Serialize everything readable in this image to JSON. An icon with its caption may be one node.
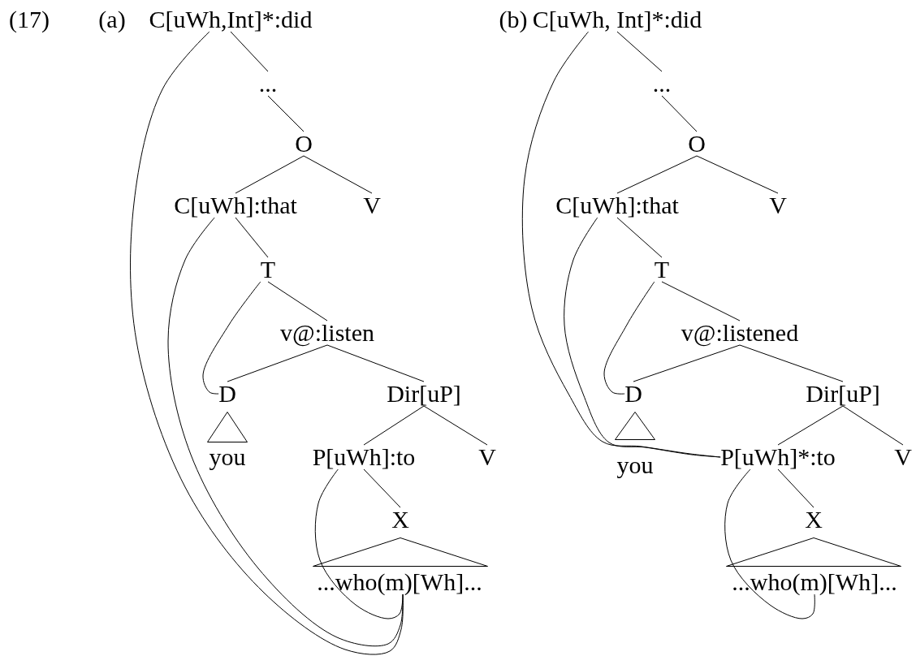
{
  "diagram": {
    "nodes": [
      {
        "text": [
          "C[uWh,Int]*:did"
        ]
      },
      {
        "text": [
          "..."
        ]
      },
      {
        "text": [
          "O"
        ]
      },
      {
        "text": [
          "C[uWh]:that"
        ]
      },
      {
        "text": [
          "V"
        ]
      },
      {
        "text": [
          "T"
        ]
      },
      {
        "text": [
          "v@:listen"
        ]
      },
      {
        "text": [
          "D"
        ]
      },
      {
        "text": [
          "Dir[uP]"
        ]
      },
      {
        "text": [],
        "shape": "triangle"
      },
      {
        "text": [
          "you"
        ]
      },
      {
        "text": [
          "P[uWh]:to"
        ]
      },
      {
        "text": [
          "V"
        ]
      },
      {
        "text": [
          "X"
        ]
      },
      {
        "text": [],
        "shape": "triangle"
      },
      {
        "text": [
          "...who(m)[Wh]..."
        ]
      },
      {
        "text": [
          "C[uWh, Int]*:did"
        ]
      },
      {
        "text": [
          "..."
        ]
      },
      {
        "text": [
          "O"
        ]
      },
      {
        "text": [
          "C[uWh]:that"
        ]
      },
      {
        "text": [
          "V"
        ]
      },
      {
        "text": [
          "T"
        ]
      },
      {
        "text": [
          "v@:listened"
        ]
      },
      {
        "text": [
          "D"
        ]
      },
      {
        "text": [
          "Dir[uP]"
        ]
      },
      {
        "text": [],
        "shape": "triangle"
      },
      {
        "text": [
          "you"
        ]
      },
      {
        "text": [
          "P[uWh]*:to"
        ]
      },
      {
        "text": [
          "V"
        ]
      },
      {
        "text": [
          "X"
        ]
      },
      {
        "text": [],
        "shape": "triangle"
      },
      {
        "text": [
          "...who(m)[Wh]..."
        ]
      }
    ],
    "edges": [
      {
        "from": 0,
        "to": 1,
        "arrow": "none"
      },
      {
        "from": 1,
        "to": 2,
        "arrow": "none"
      },
      {
        "from": 2,
        "to": 3,
        "arrow": "none"
      },
      {
        "from": 2,
        "to": 4,
        "arrow": "none"
      },
      {
        "from": 3,
        "to": 5,
        "arrow": "none"
      },
      {
        "from": 5,
        "to": 6,
        "arrow": "none"
      },
      {
        "from": 6,
        "to": 7,
        "arrow": "none"
      },
      {
        "from": 6,
        "to": 8,
        "arrow": "none"
      },
      {
        "from": 8,
        "to": 11,
        "arrow": "none"
      },
      {
        "from": 8,
        "to": 12,
        "arrow": "none"
      },
      {
        "from": 11,
        "to": 13,
        "arrow": "none"
      },
      {
        "from": 0,
        "to": 15,
        "arrow": "none"
      },
      {
        "from": 3,
        "to": 15,
        "arrow": "none"
      },
      {
        "from": 5,
        "to": 7,
        "arrow": "none"
      },
      {
        "from": 11,
        "to": 15,
        "arrow": "none"
      },
      {
        "from": 16,
        "to": 17,
        "arrow": "none"
      },
      {
        "from": 17,
        "to": 18,
        "arrow": "none"
      },
      {
        "from": 18,
        "to": 19,
        "arrow": "none"
      },
      {
        "from": 18,
        "to": 20,
        "arrow": "none"
      },
      {
        "from": 19,
        "to": 21,
        "arrow": "none"
      },
      {
        "from": 21,
        "to": 22,
        "arrow": "none"
      },
      {
        "from": 22,
        "to": 23,
        "arrow": "none"
      },
      {
        "from": 22,
        "to": 24,
        "arrow": "none"
      },
      {
        "from": 24,
        "to": 27,
        "arrow": "none"
      },
      {
        "from": 24,
        "to": 28,
        "arrow": "none"
      },
      {
        "from": 27,
        "to": 29,
        "arrow": "none"
      },
      {
        "from": 16,
        "to": 27,
        "arrow": "none"
      },
      {
        "from": 19,
        "to": 27,
        "arrow": "none"
      },
      {
        "from": 21,
        "to": 23,
        "arrow": "none"
      },
      {
        "from": 27,
        "to": 31,
        "arrow": "none"
      }
    ],
    "labels": [
      "(17)",
      "(a)",
      "(b)"
    ]
  }
}
